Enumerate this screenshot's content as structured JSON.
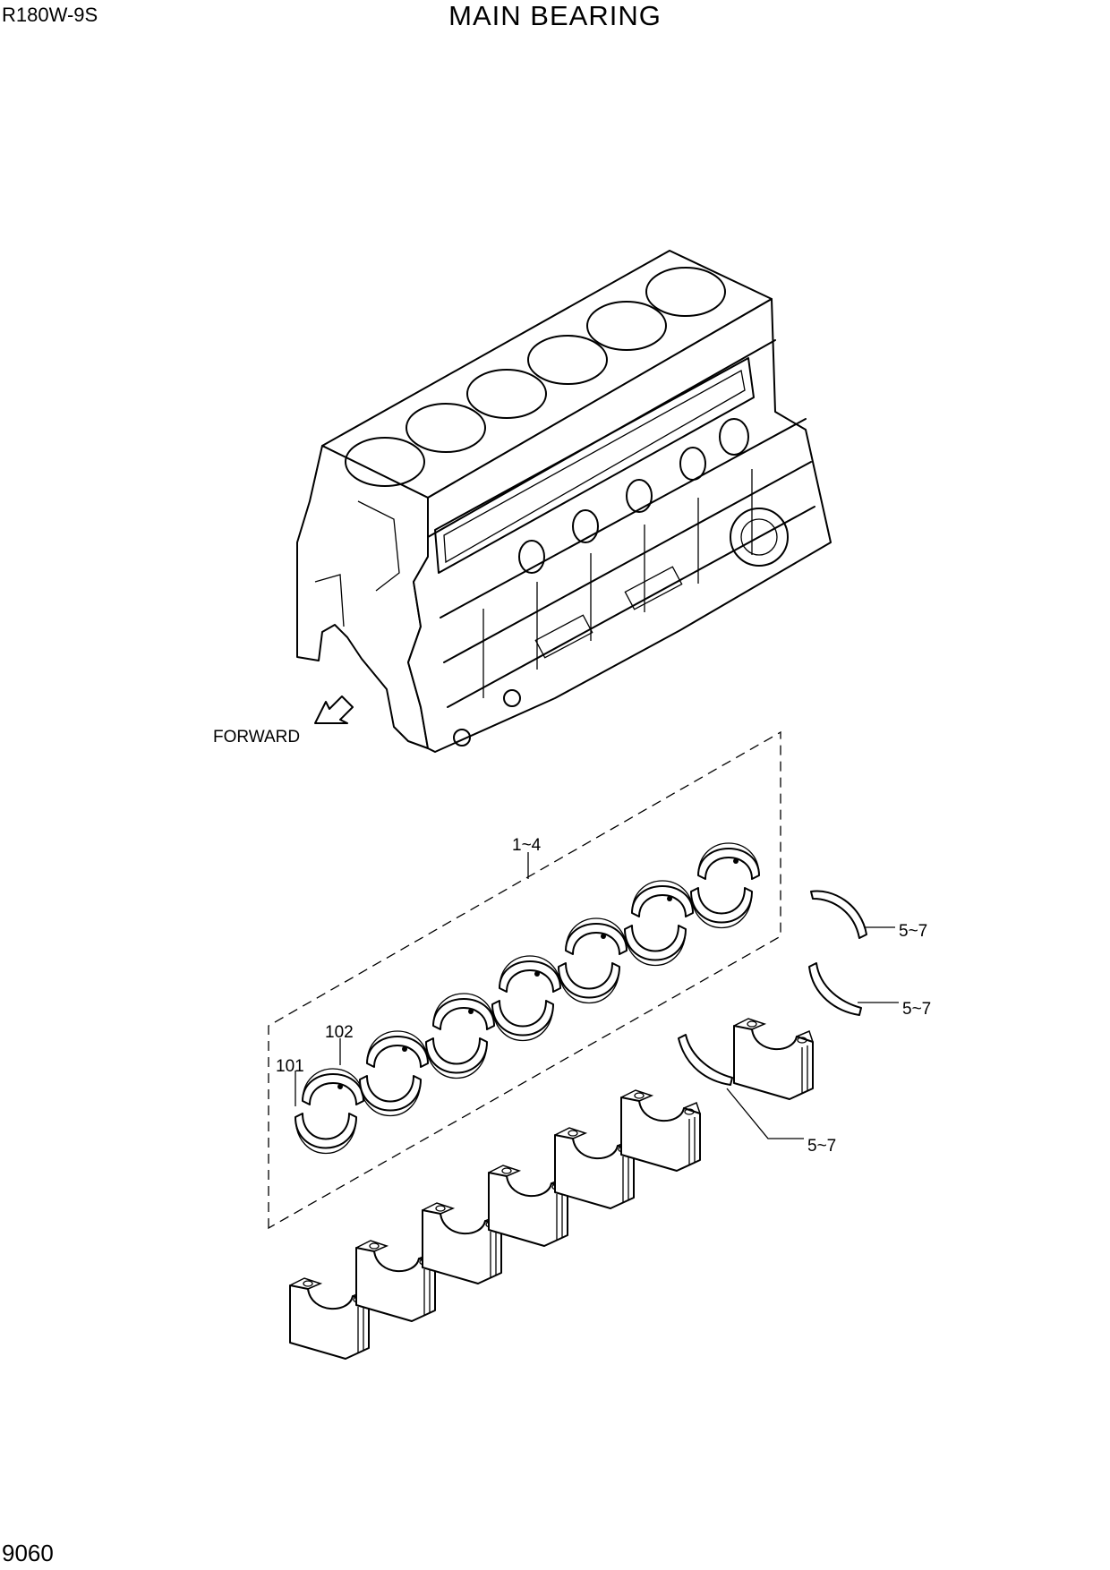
{
  "header": {
    "model": "R180W-9S",
    "title": "MAIN BEARING"
  },
  "footer": {
    "page_number": "9060"
  },
  "diagram": {
    "direction_label": "FORWARD",
    "callouts": {
      "bearing_set": "1~4",
      "upper_shell": "102",
      "lower_shell": "101",
      "thrust_washer_1": "5~7",
      "thrust_washer_2": "5~7",
      "thrust_washer_3": "5~7"
    }
  }
}
